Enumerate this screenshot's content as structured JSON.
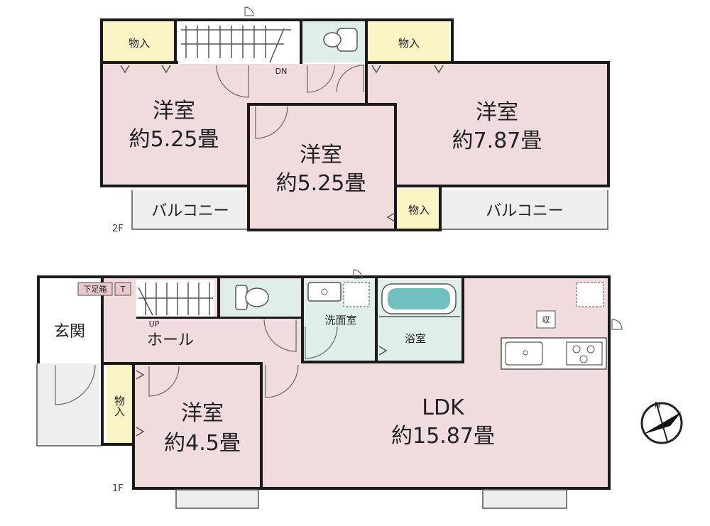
{
  "floor2": {
    "floor_label": "2F",
    "room_west": {
      "name": "洋室",
      "area": "約5.25畳"
    },
    "room_center": {
      "name": "洋室",
      "area": "約5.25畳"
    },
    "room_east": {
      "name": "洋室",
      "area": "約7.87畳"
    },
    "storage_nw": "物入",
    "storage_ne": "物入",
    "storage_small": "物入",
    "balcony_west": "バルコニー",
    "balcony_east": "バルコニー",
    "stairs_label": "DN"
  },
  "floor1": {
    "floor_label": "1F",
    "entrance": "玄関",
    "shoe_box": "下足箱",
    "shoe_mark": "T",
    "hall": "ホール",
    "stairs_label": "UP",
    "washroom": "洗面室",
    "bathroom": "浴室",
    "storage_label": "収",
    "storage_side": "物入",
    "room_west": {
      "name": "洋室",
      "area": "約4.5畳"
    },
    "ldk": {
      "name": "LDK",
      "area": "約15.87畳"
    }
  },
  "compass_letter": "N",
  "colors": {
    "room": "#f0dcdc",
    "storage": "#fbf4c4",
    "wet_area": "#dfeee9",
    "bathtub": "#6fc0bf",
    "balcony": "#eeeeee",
    "wall": "#1a1a1a"
  }
}
